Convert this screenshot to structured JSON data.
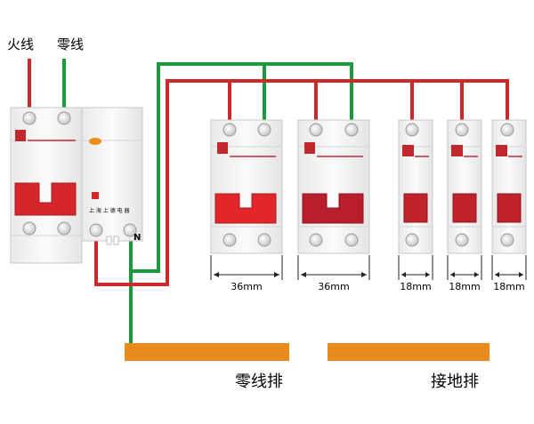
{
  "labels": {
    "live_wire": "火线",
    "neutral_wire": "零线",
    "neutral_bus": "零线排",
    "ground_bus": "接地排",
    "n_terminal": "N",
    "brand_text": "上 海 上 德 电 器"
  },
  "widths": {
    "double_pole_1": "36mm",
    "double_pole_2": "36mm",
    "single_pole_1": "18mm",
    "single_pole_2": "18mm",
    "single_pole_3": "18mm"
  },
  "colors": {
    "live": "#cc2a2a",
    "neutral": "#1a9a3c",
    "bus": "#e88a1c",
    "handle": "#d6262a",
    "breaker_body": "#f3f3f3",
    "logo": "#c0282d"
  }
}
